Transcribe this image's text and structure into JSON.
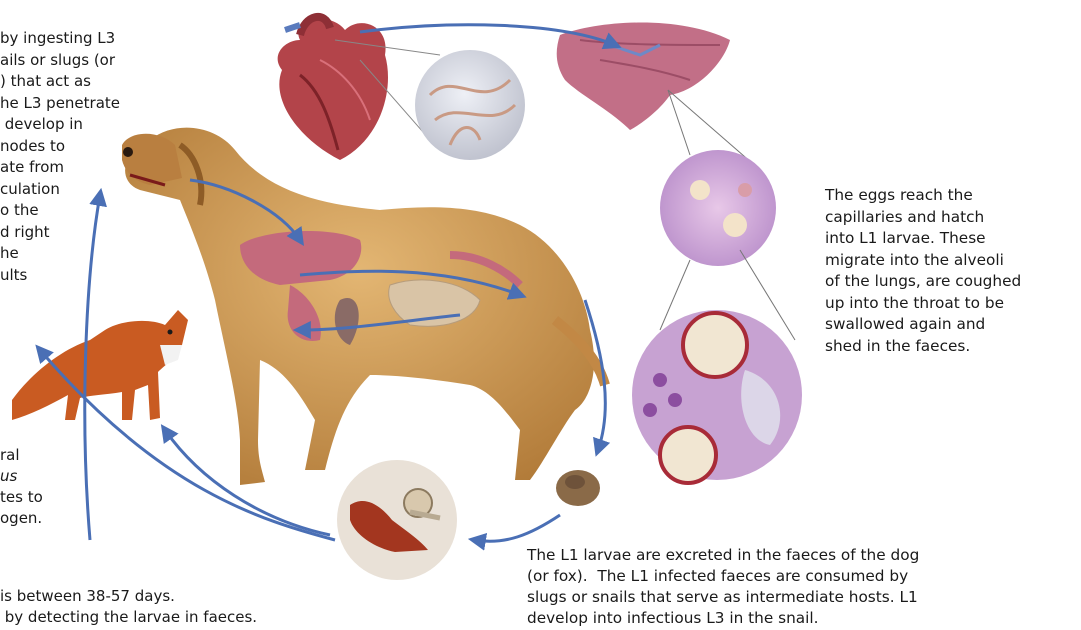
{
  "text_blocks": {
    "left_top_lines": [
      "by ingesting L3",
      "ails or slugs (or",
      ") that act as",
      "he L3 penetrate",
      " develop in",
      "nodes to",
      "ate from",
      "culation",
      "o the",
      "d right",
      "he",
      "ults"
    ],
    "left_lower_lines": [
      "ral",
      "us",
      "tes to",
      "ogen."
    ],
    "bottom_left_lines": [
      "is between 38-57 days.",
      " by detecting the larvae in faeces."
    ],
    "right_lines": [
      "The eggs reach the",
      "capillaries and hatch",
      "into L1 larvae. These",
      "migrate into the alveoli",
      "of the lungs, are coughed",
      "up into the throat to be",
      "swallowed again and",
      "shed in the faeces."
    ],
    "bottom_lines": [
      "The L1 larvae are excreted in the faeces of the dog",
      "(or fox).  The L1 infected faeces are consumed by",
      "slugs or snails that serve as intermediate hosts. L1",
      "develop into infectious L3 in the snail."
    ]
  },
  "colors": {
    "arrow": "#4a6fb5",
    "dog_fur": "#c8934e",
    "heart": "#b3444a",
    "lung": "#c26f87",
    "fox": "#c95b22",
    "snail_circle": "#e9e1d7"
  }
}
